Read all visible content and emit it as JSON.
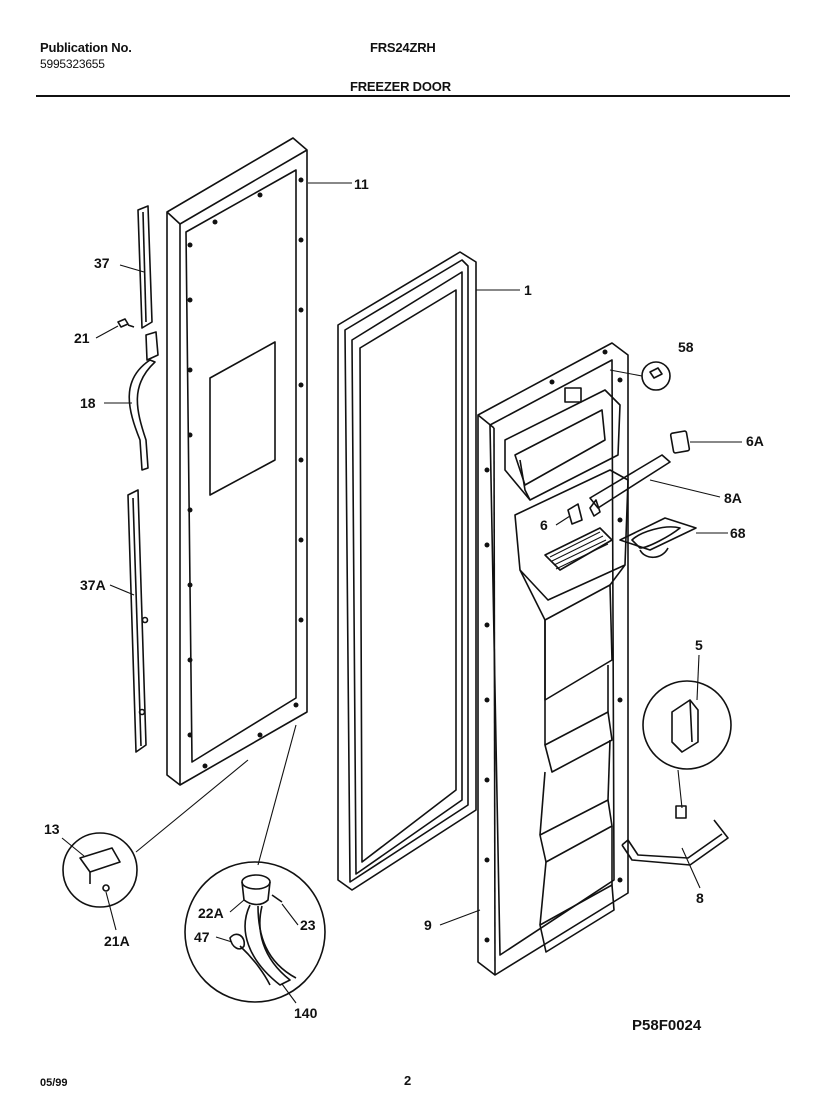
{
  "header": {
    "publication_label": "Publication No.",
    "publication_number": "5995323655",
    "model": "FRS24ZRH",
    "section_title": "FREEZER DOOR"
  },
  "footer": {
    "date": "05/99",
    "page": "2",
    "diagram_code": "P58F0024"
  },
  "callouts": [
    "11",
    "1",
    "37",
    "21",
    "18",
    "37A",
    "58",
    "6A",
    "8A",
    "6",
    "68",
    "5",
    "13",
    "21A",
    "22A",
    "23",
    "47",
    "140",
    "9",
    "8"
  ]
}
